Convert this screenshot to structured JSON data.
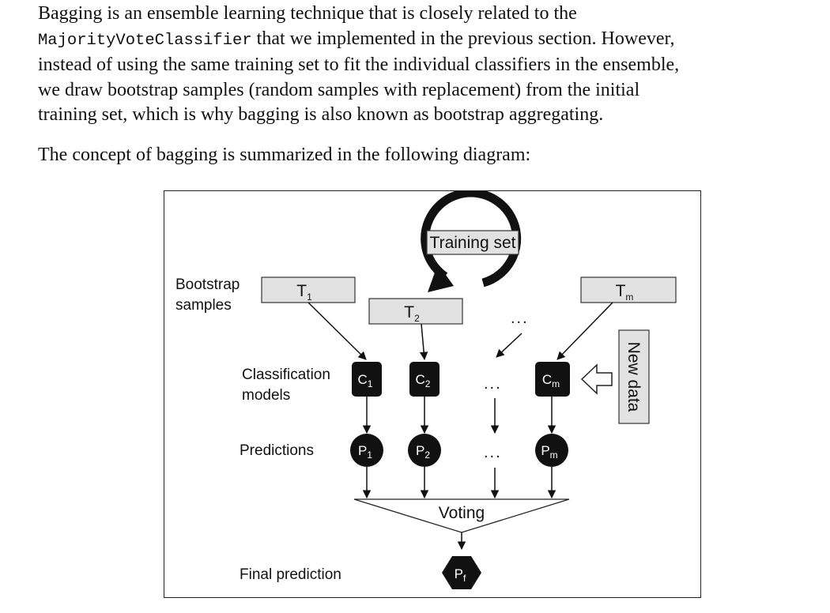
{
  "paragraph1": {
    "line1": "Bagging is an ensemble learning technique that is closely related to the",
    "code_term": "MajorityVoteClassifier",
    "line2_rest": " that we implemented in the previous section. However,",
    "line3": "instead of using the same training set to fit the individual classifiers in the ensemble,",
    "line4": "we draw bootstrap samples (random samples with replacement) from the initial",
    "line5": "training set, which is why bagging is also known as bootstrap aggregating."
  },
  "paragraph2": "The concept of bagging is summarized in the following diagram:",
  "diagram": {
    "training_set": "Training set",
    "labels": {
      "bootstrap_line1": "Bootstrap",
      "bootstrap_line2": "samples",
      "classification_line1": "Classification",
      "classification_line2": "models",
      "predictions": "Predictions",
      "final_prediction": "Final prediction"
    },
    "bootstrap_samples": [
      {
        "main": "T",
        "sub": "1"
      },
      {
        "main": "T",
        "sub": "2"
      },
      {
        "main": "T",
        "sub": "m"
      }
    ],
    "classifiers": [
      {
        "main": "C",
        "sub": "1"
      },
      {
        "main": "C",
        "sub": "2"
      },
      {
        "main": "C",
        "sub": "m"
      }
    ],
    "predictions": [
      {
        "main": "P",
        "sub": "1"
      },
      {
        "main": "P",
        "sub": "2"
      },
      {
        "main": "P",
        "sub": "m"
      }
    ],
    "ellipsis": "...",
    "new_data": "New data",
    "voting": "Voting",
    "final": {
      "main": "P",
      "sub": "f"
    }
  }
}
